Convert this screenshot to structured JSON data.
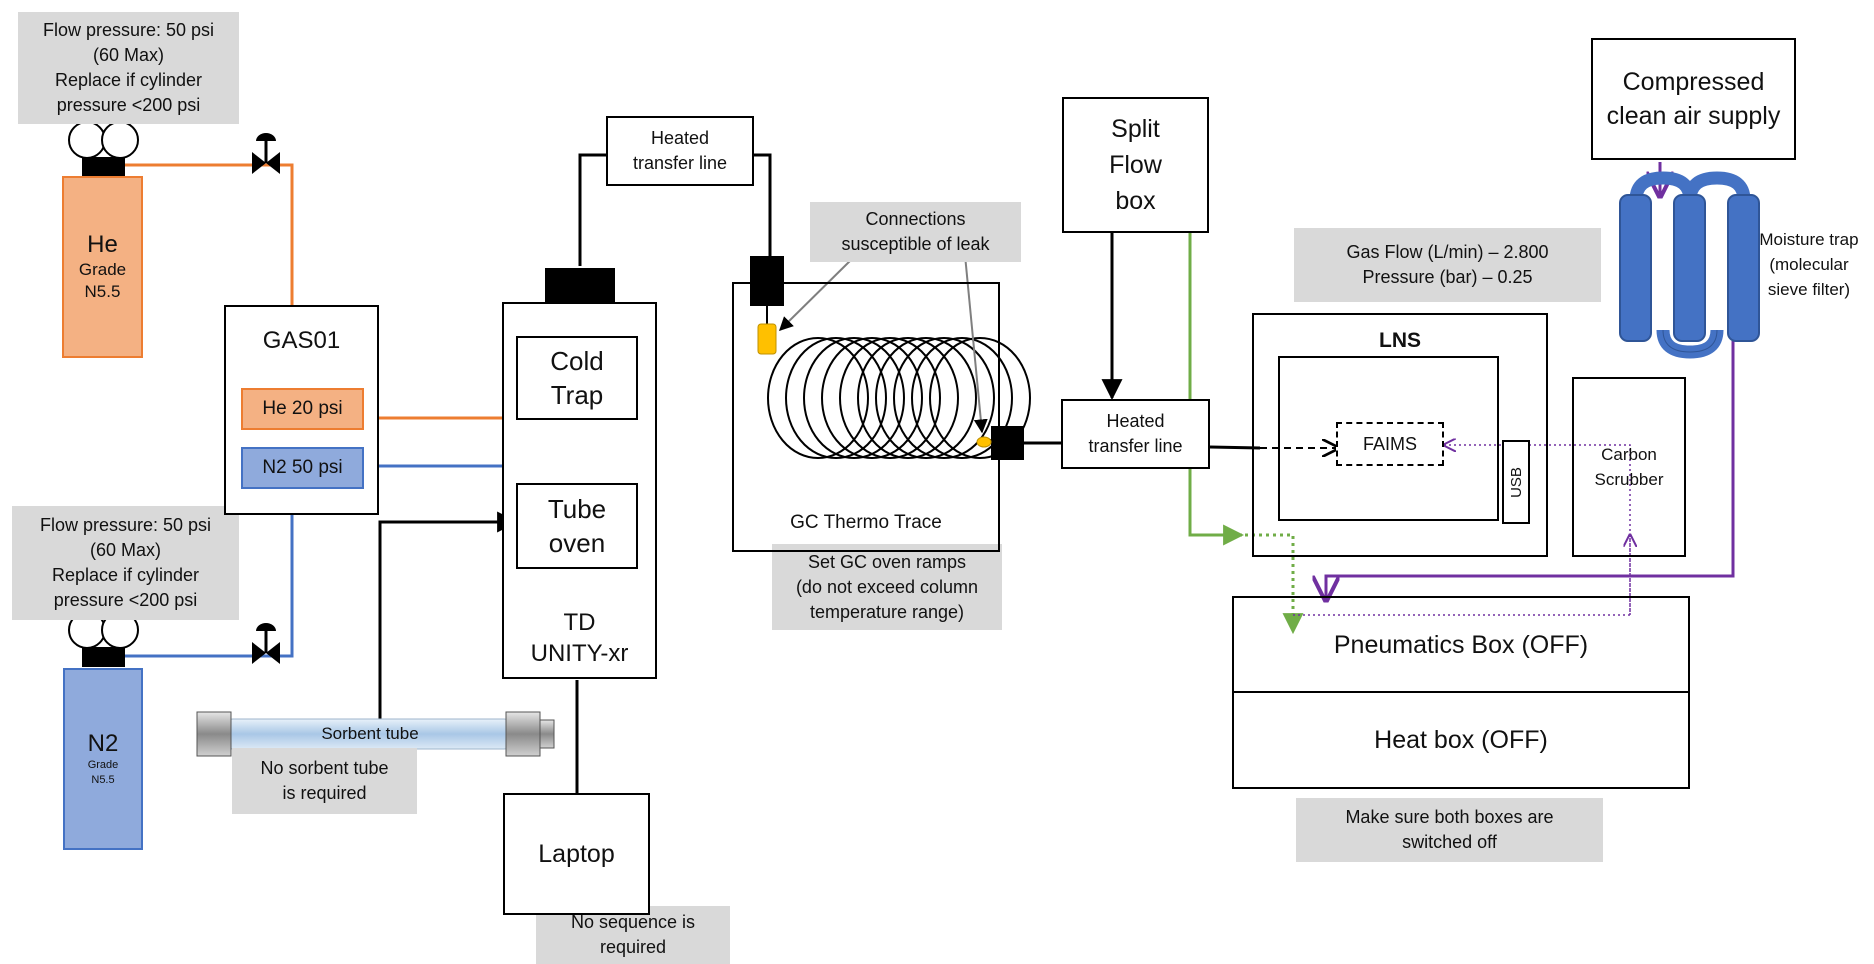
{
  "notes": {
    "he_pressure": [
      "Flow pressure: 50 psi",
      "(60 Max)",
      "Replace if cylinder",
      "pressure <200 psi"
    ],
    "n2_pressure": [
      "Flow pressure: 50 psi",
      "(60 Max)",
      "Replace if cylinder",
      "pressure <200 psi"
    ],
    "leak": [
      "Connections",
      "susceptible of leak"
    ],
    "gc_ramps": [
      "Set GC oven ramps",
      "(do not exceed column",
      "temperature range)"
    ],
    "gas_flow": [
      "Gas Flow (L/min) – 2.800",
      "Pressure (bar) – 0.25"
    ],
    "sorbent": [
      "No sorbent tube",
      "is required"
    ],
    "sequence": [
      "No sequence is",
      "required"
    ],
    "boxes_off": [
      "Make sure both boxes are",
      "switched off"
    ]
  },
  "cylinders": {
    "he": {
      "name": "He",
      "grade": [
        "Grade",
        "N5.5"
      ]
    },
    "n2": {
      "name": "N2",
      "grade": [
        "Grade",
        "N5.5"
      ]
    }
  },
  "gas01": {
    "title": "GAS01",
    "he": "He 20 psi",
    "n2": "N2 50 psi"
  },
  "td": {
    "cold_trap": [
      "Cold",
      "Trap"
    ],
    "tube_oven": [
      "Tube",
      "oven"
    ],
    "label": [
      "TD",
      "UNITY-xr"
    ]
  },
  "heated_line_1": [
    "Heated",
    "transfer line"
  ],
  "heated_line_2": [
    "Heated",
    "transfer line"
  ],
  "gc": {
    "label": "GC Thermo Trace"
  },
  "split_flow": [
    "Split",
    "Flow",
    "box"
  ],
  "compressed_air": [
    "Compressed",
    "clean air supply"
  ],
  "moisture_trap": [
    "Moisture trap",
    "(molecular",
    "sieve filter)"
  ],
  "lns": {
    "title": "LNS",
    "faims": "FAIMS",
    "usb": "USB"
  },
  "carbon": [
    "Carbon",
    "Scrubber"
  ],
  "pneumatics": "Pneumatics Box (OFF)",
  "heat_box": "Heat box (OFF)",
  "laptop": "Laptop",
  "sorbent_tube": "Sorbent tube",
  "colors": {
    "helium_line": "#ed7d31",
    "nitrogen_line": "#4472c4",
    "green_line": "#70ad47",
    "purple_line": "#7030a0",
    "he_fill": "#f4b183",
    "n2_fill": "#8faadc",
    "note_bg": "#d9d9d9",
    "connection_dot": "#ffc000",
    "trap_fill": "#4472c4"
  }
}
